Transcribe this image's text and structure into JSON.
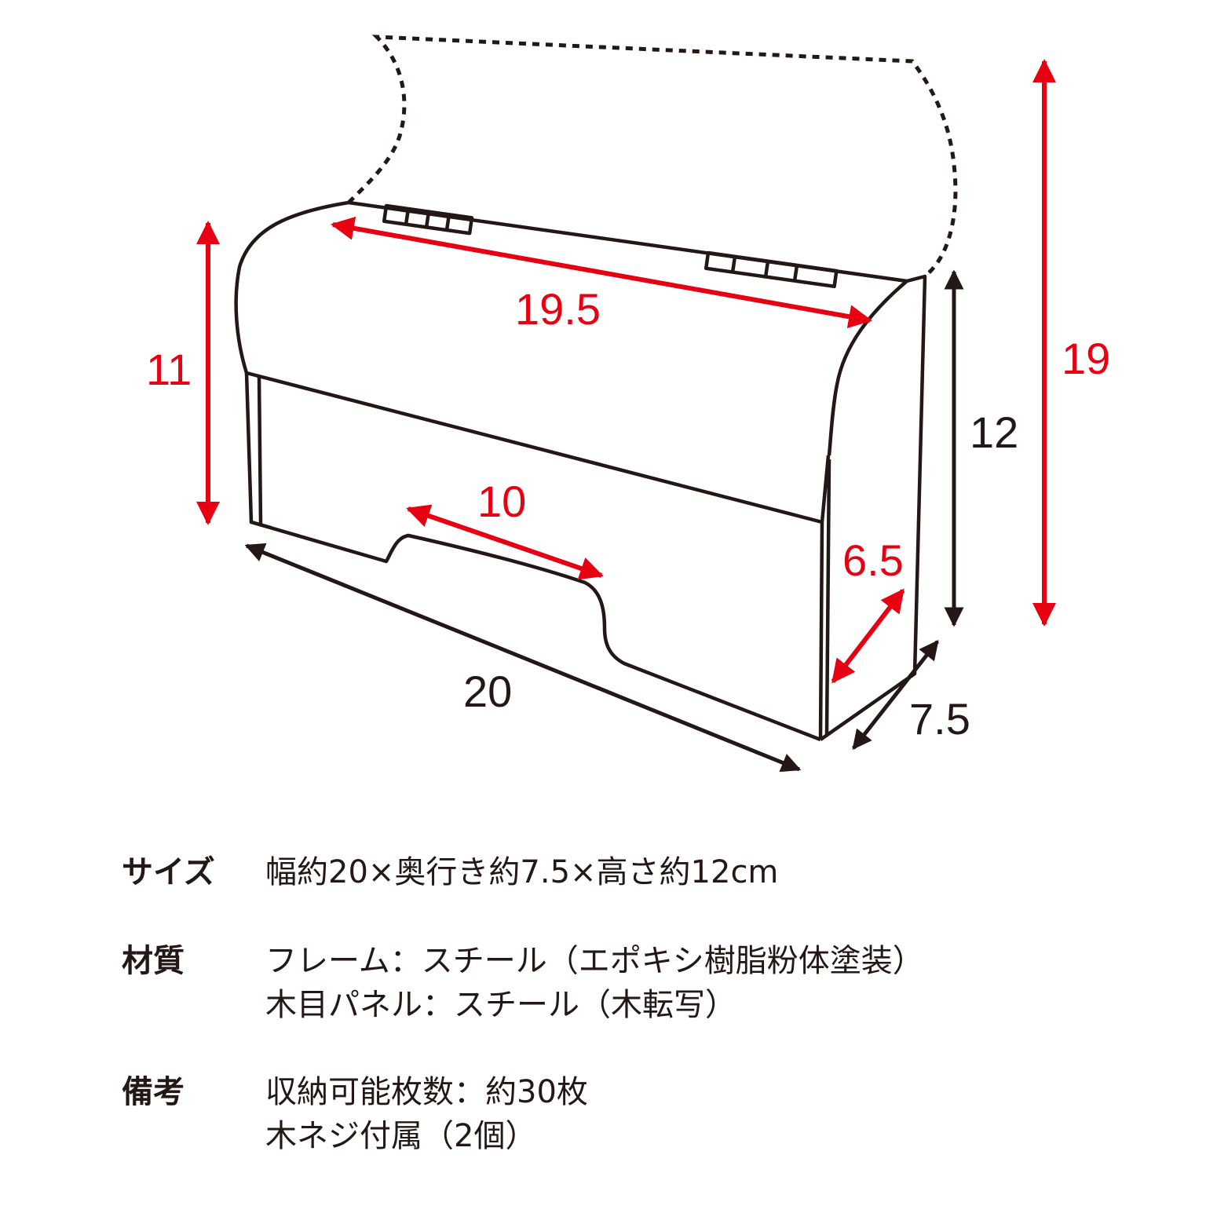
{
  "colors": {
    "dimension_red": "#e60012",
    "dimension_dark": "#231815",
    "outline": "#231815"
  },
  "dimensions": {
    "inner_width": "19.5",
    "front_height": "11",
    "opening_width": "10",
    "total_width": "20",
    "body_height": "12",
    "total_height_open": "19",
    "opening_depth": "6.5",
    "depth": "7.5"
  },
  "specs": {
    "size": {
      "label": "サイズ",
      "value": "幅約20×奥行き約7.5×高さ約12cm"
    },
    "material": {
      "label": "材質",
      "line1": "フレーム：スチール（エポキシ樹脂粉体塗装）",
      "line2": "木目パネル：スチール（木転写）"
    },
    "notes": {
      "label": "備考",
      "line1": "収納可能枚数：約30枚",
      "line2": "木ネジ付属（2個）"
    }
  }
}
